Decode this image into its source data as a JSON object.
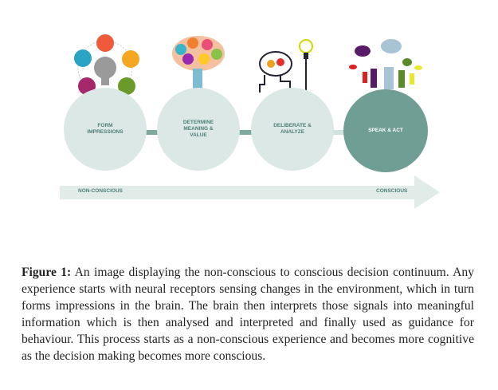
{
  "figure": {
    "stages": [
      {
        "label_lines": [
          "FORM",
          "IMPRESSIONS"
        ],
        "icon": "senses-head-icon"
      },
      {
        "label_lines": [
          "DETERMINE",
          "MEANING &",
          "VALUE"
        ],
        "icon": "colorful-brain-tree-icon"
      },
      {
        "label_lines": [
          "DELIBERATE &",
          "ANALYZE"
        ],
        "icon": "gears-head-lightbulb-icon"
      },
      {
        "label_lines": [
          "SPEAK & ACT"
        ],
        "icon": "people-speech-bubbles-icon"
      }
    ],
    "band": {
      "left_label": "NON-CONSCIOUS",
      "right_label": "CONSCIOUS"
    },
    "colors": {
      "circle_light": "#dce8e5",
      "circle_dark": "#6f9e95",
      "arrow": "#7fa89f",
      "text": "#4f7f79"
    }
  },
  "caption": {
    "label": "Figure 1:",
    "text": "An image displaying the non-conscious to conscious decision continuum. Any experience starts with neural receptors sensing changes in the environment, which in turn forms impressions in the brain. The brain then interprets those signals into meaningful information which is then analysed and interpreted and finally used as guidance for behaviour. This process starts as a non-conscious experience and becomes more cognitive as the decision making becomes more conscious."
  }
}
